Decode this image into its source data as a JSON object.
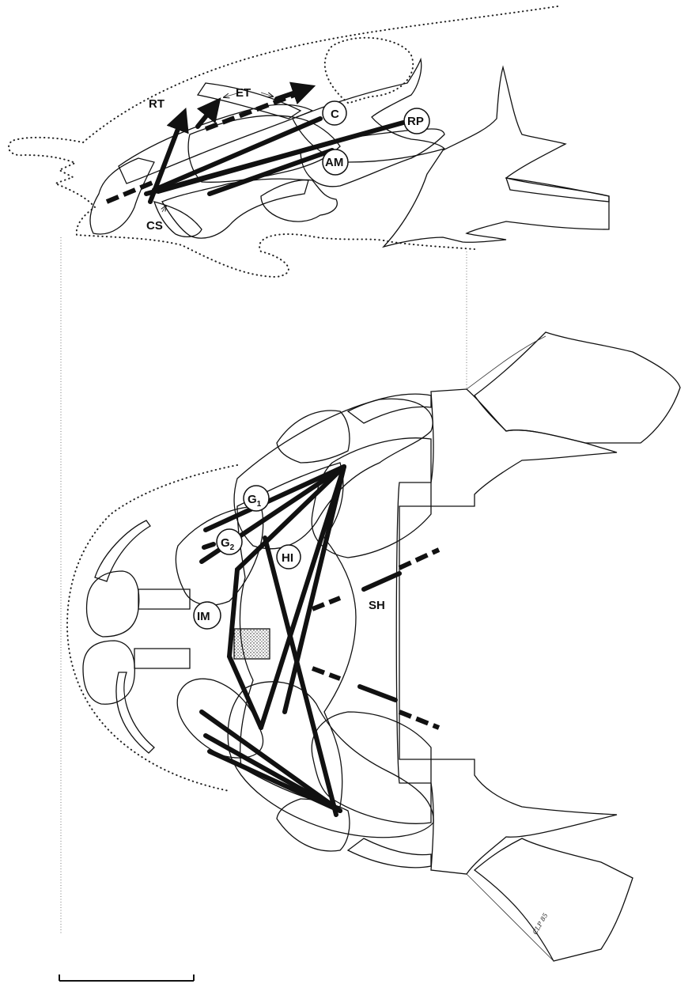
{
  "labels": {
    "rt": "RT",
    "et": "ET",
    "c": "C",
    "rp": "RP",
    "am": "AM",
    "cs": "CS",
    "g1_main": "G",
    "g1_sub": "1",
    "g2_main": "G",
    "g2_sub": "2",
    "hi": "HI",
    "im": "IM",
    "sh": "SH"
  },
  "signature": "CLP 85"
}
